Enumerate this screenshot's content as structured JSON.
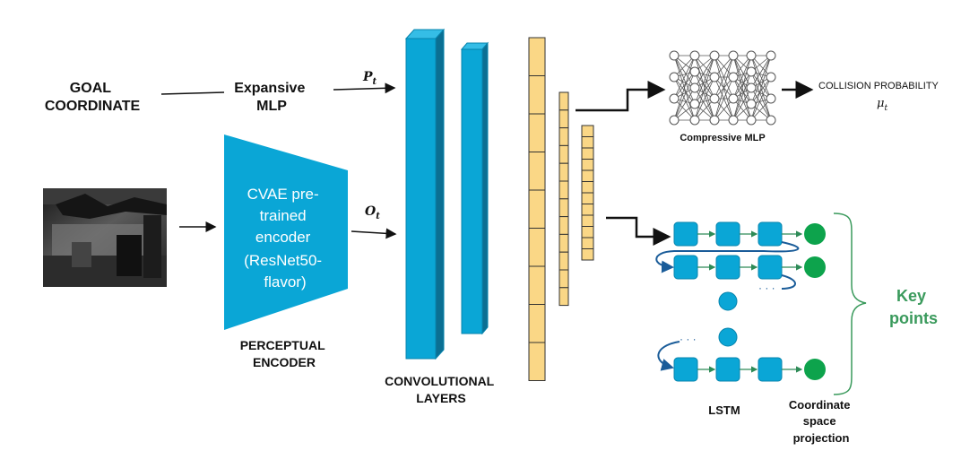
{
  "labels": {
    "goal_line1": "GOAL",
    "goal_line2": "COORDINATE",
    "expansive_line1": "Expansive",
    "expansive_line2": "MLP",
    "p_sym": "P",
    "p_sub": "t",
    "o_sym": "O",
    "o_sub": "t",
    "encoder_lines": [
      "CVAE pre-",
      "trained",
      "encoder",
      "(ResNet50-",
      "flavor)"
    ],
    "perceptual_line1": "PERCEPTUAL",
    "perceptual_line2": "ENCODER",
    "conv_line1": "CONVOLUTIONAL",
    "conv_line2": "LAYERS",
    "compressive": "Compressive MLP",
    "collision": "COLLISION PROBABILITY",
    "mu_sym": "μ",
    "mu_sub": "t",
    "lstm": "LSTM",
    "coord_line1": "Coordinate",
    "coord_line2": "space",
    "coord_line3": "projection",
    "keypoints_line1": "Key",
    "keypoints_line2": "points",
    "dots": "· · ·"
  },
  "colors": {
    "blue": "#0aa6d6",
    "blue_dark": "#0784ad",
    "blue_side": "#0b6f93",
    "yellow": "#fad786",
    "yellow_stroke": "#333333",
    "green": "#0da34c",
    "keypoints_green": "#3a9a5c",
    "arrow_green": "#2e8b57",
    "loop_blue": "#1a5c99",
    "nn_stroke": "#555555"
  },
  "icons": {
    "depth_image": "depth-image-icon",
    "neural_net": "neural-network-icon"
  }
}
